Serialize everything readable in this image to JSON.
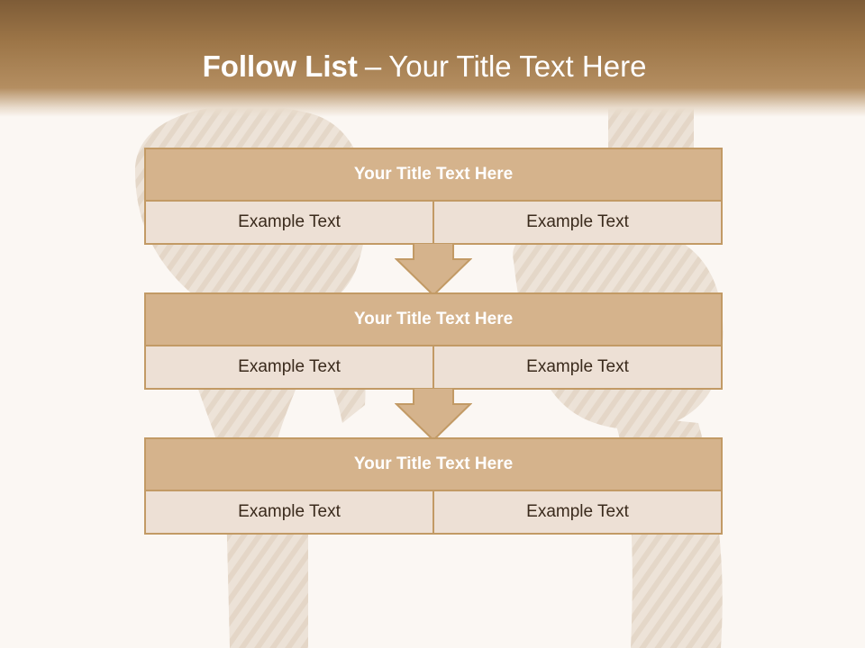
{
  "slide": {
    "title_bold": "Follow List",
    "title_separator": "–",
    "title_rest": "Your Title Text Here"
  },
  "blocks": [
    {
      "title": "Your Title Text Here",
      "left": "Example Text",
      "right": "Example Text"
    },
    {
      "title": "Your Title Text Here",
      "left": "Example Text",
      "right": "Example Text"
    },
    {
      "title": "Your Title Text Here",
      "left": "Example Text",
      "right": "Example Text"
    }
  ],
  "colors": {
    "header": "#9c7547",
    "block_title": "#d5b38c",
    "block_cell": "#ede0d5",
    "border": "#c29a65",
    "background": "#fbf7f3"
  }
}
